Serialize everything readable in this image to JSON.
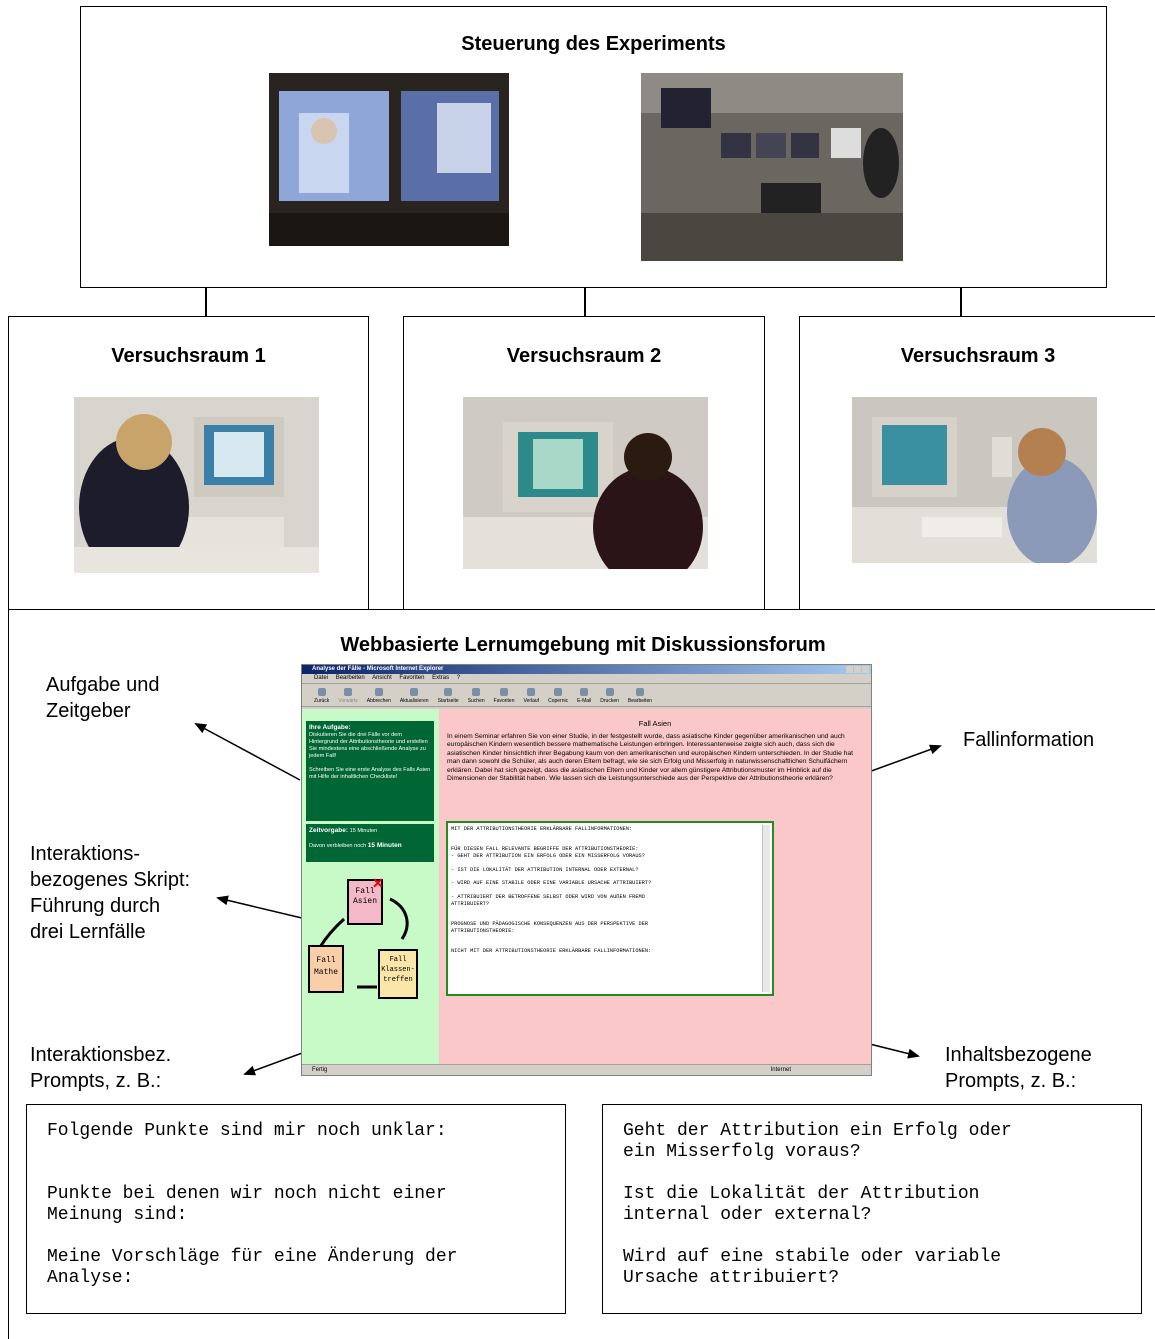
{
  "diagram": {
    "control_title": "Steuerung des Experiments",
    "rooms": [
      {
        "title": "Versuchsraum 1"
      },
      {
        "title": "Versuchsraum 2"
      },
      {
        "title": "Versuchsraum 3"
      }
    ],
    "platform_title": "Webbasierte Lernumgebung mit Diskussionsforum",
    "labels": {
      "task_timer": "Aufgabe und Zeitgeber",
      "case_info": "Fallinformation",
      "interaction_script": "Interaktions-\nbezogenes Skript:\nFührung durch\ndrei Lernfälle",
      "interaction_prompts": "Interaktionsbez.\nPrompts, z. B.:",
      "content_prompts": "Inhaltsbezogene\nPrompts, z. B.:"
    },
    "interaction_prompt_examples": "Folgende Punkte sind mir noch unklar:\n\n\nPunkte bei denen wir noch nicht einer\nMeinung sind:\n\nMeine Vorschläge für eine Änderung der\nAnalyse:",
    "content_prompt_examples": "Geht der Attribution ein Erfolg oder\nein Misserfolg voraus?\n\nIst die Lokalität der Attribution\ninternal oder external?\n\nWird auf eine stabile oder variable\nUrsache attribuiert?"
  },
  "browser": {
    "window_title": "Analyse der Fälle - Microsoft Internet Explorer",
    "menu": [
      "Datei",
      "Bearbeiten",
      "Ansicht",
      "Favoriten",
      "Extras",
      "?"
    ],
    "toolbar": [
      "Zurück",
      "Vorwärts",
      "Abbrechen",
      "Aktualisieren",
      "Startseite",
      "Suchen",
      "Favoriten",
      "Verlauf",
      "Copernic",
      "E-Mail",
      "Drucken",
      "Bearbeiten"
    ],
    "task_heading": "Ihre Aufgabe:",
    "task_text": "Diskutieren Sie die drei Fälle vor dem Hintergrund der Attributionstheorie und erstellen Sie mindestens eine abschließende Analyse zu jedem Fall!",
    "task_text2": "Schreiben Sie eine erste Analyse des Falls Asien mit Hilfe der inhaltlichen Checkliste!",
    "time_heading": "Zeitvorgabe:",
    "time_value": "15 Minuten",
    "time_remaining_label": "Davon verbleiben noch",
    "time_remaining_value": "15 Minuten",
    "cases": [
      {
        "label": "Fall\nAsien"
      },
      {
        "label": "Fall\nMathe"
      },
      {
        "label": "Fall\nKlassen-\ntreffen"
      }
    ],
    "case_title": "Fall Asien",
    "case_text": "In einem Seminar erfahren Sie von einer Studie, in der festgestellt wurde, dass asiatische Kinder gegenüber amerikanischen und auch europäischen Kindern wesentlich bessere mathematische Leistungen erbringen. Interessanterweise zeigte sich auch, dass sich die asiatischen Kinder hinsichtlich ihrer Begabung kaum von den amerikanischen und europäischen Kindern unterschieden. In der Studie hat man dann sowohl die Schüler, als auch deren Eltern befragt, wie sie sich Erfolg und Misserfolg in naturwissenschaftlichen Schulfächern erklären. Dabei hat sich gezeigt, dass die asiatischen Eltern und Kinder vor allem günstigere Attributionsmuster im Hinblick auf die Dimensionen der Stabilität haben. Wie lassen sich die Leistungsunterschiede aus der Perspektive der Attributionstheorie erklären?",
    "textarea": "MIT DER ATTRIBUTIONSTHEORIE ERKLÄRBARE FALLINFORMATIONEN:\n\n\nFÜR DIESEN FALL RELEVANTE BEGRIFFE DER ATTRIBUTIONSTHEORIE:\n- GEHT DER ATTRIBUTION EIN ERFOLG ODER EIN MISSERFOLG VORAUS?\n\n- IST DIE LOKALITÄT DER ATTRIBUTION INTERNAL ODER EXTERNAL?\n\n- WIRD AUF EINE STABILE ODER EINE VARIABLE URSACHE ATTRIBUIERT?\n\n- ATTRIBUIERT DER BETROFFENE SELBST ODER WIRD VON AUßEN FREMD\nATTRIBUIERT?\n\n\nPROGNOSE UND PÄDAGOGISCHE KONSEQUENZEN AUS DER PERSPEKTIVE DER\nATTRIBUTIONSTHEORIE:\n\n\nNICHT MIT DER ATTRIBUTIONSTHEORIE ERKLÄRBARE FALLINFORMATIONEN:",
    "status_left": "Fertig",
    "status_right": "Internet"
  }
}
